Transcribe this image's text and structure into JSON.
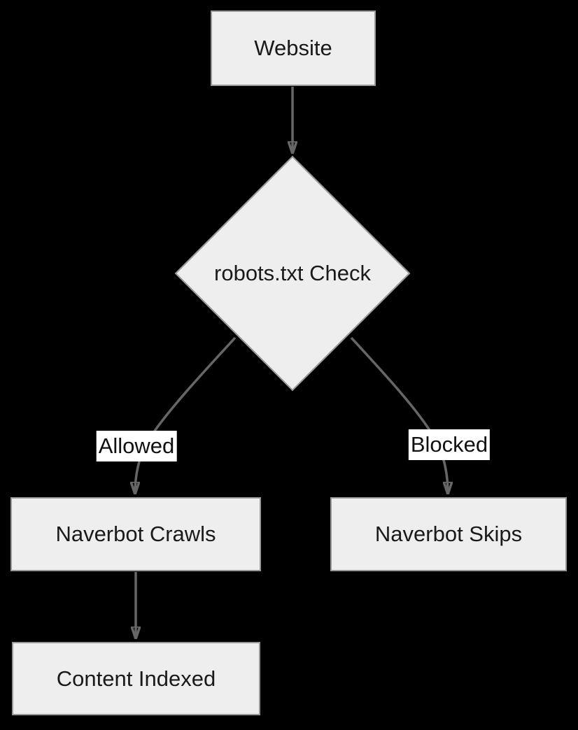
{
  "diagram": {
    "type": "flowchart",
    "background_color": "#000000",
    "node_fill_color": "#eeeeee",
    "node_border_color": "#999999",
    "edge_color": "#666666",
    "text_color": "#1a1a1a",
    "edge_label_background": "#ffffff",
    "nodes": {
      "website": {
        "label": "Website",
        "shape": "rectangle"
      },
      "check": {
        "label": "robots.txt Check",
        "shape": "diamond"
      },
      "crawls": {
        "label": "Naverbot Crawls",
        "shape": "rectangle"
      },
      "skips": {
        "label": "Naverbot Skips",
        "shape": "rectangle"
      },
      "indexed": {
        "label": "Content Indexed",
        "shape": "rectangle"
      }
    },
    "edges": [
      {
        "from": "Website",
        "to": "robots.txt Check",
        "label": ""
      },
      {
        "from": "robots.txt Check",
        "to": "Naverbot Crawls",
        "label": "Allowed"
      },
      {
        "from": "robots.txt Check",
        "to": "Naverbot Skips",
        "label": "Blocked"
      },
      {
        "from": "Naverbot Crawls",
        "to": "Content Indexed",
        "label": ""
      }
    ]
  }
}
